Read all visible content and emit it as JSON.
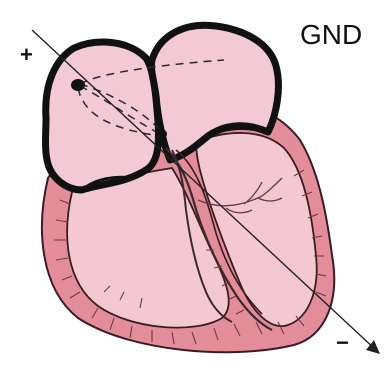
{
  "labels": {
    "ground": "GND",
    "positive": "+",
    "negative": "−"
  },
  "colors": {
    "atrium_fill": "#f3c9d6",
    "ventricle_wall": "#e38d9b",
    "ventricle_cavity": "#f4c8d3",
    "outline": "#111111",
    "conduction_line": "#3a2a2e",
    "purkinje": "#6d3a40"
  },
  "elements": [
    "heart",
    "sinoatrial-node",
    "av-node",
    "bundle-of-his",
    "purkinje-fibers",
    "ecg-lead-axis"
  ]
}
